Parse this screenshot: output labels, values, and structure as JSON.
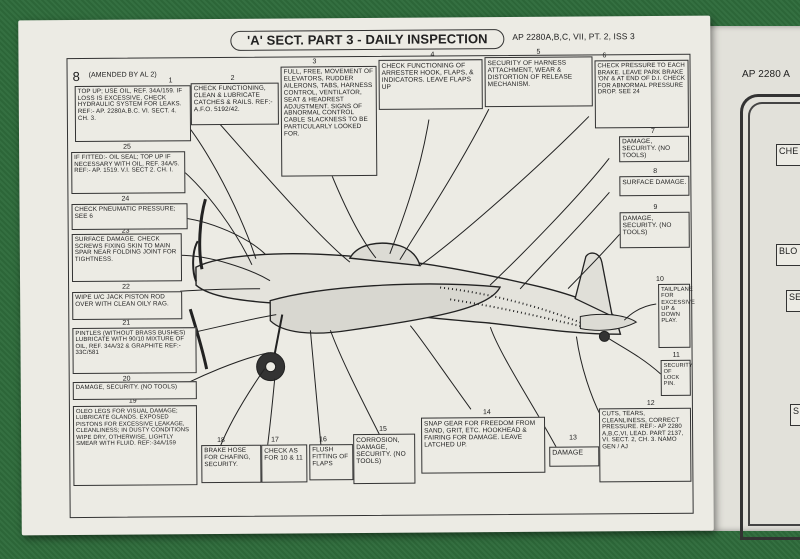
{
  "header": {
    "title": "'A' SECT. PART 3 - DAILY INSPECTION",
    "reference": "AP 2280A,B,C, VII, PT. 2, ISS 3",
    "page_number": "8",
    "amended": "(AMENDED BY AL 2)"
  },
  "items": [
    {
      "n": "1",
      "text": "TOP UP; USE OIL, REF. 34A/159. IF LOSS IS EXCESSIVE, CHECK HYDRAULIC SYSTEM FOR LEAKS. REF:- AP. 2280A.B.C. VI. SECT. 4. CH. 3."
    },
    {
      "n": "2",
      "text": "CHECK FUNCTIONING, CLEAN & LUBRICATE CATCHES & RAILS. REF:- A.F.O. 5192/42."
    },
    {
      "n": "3",
      "text": "FULL, FREE, MOVEMENT OF ELEVATORS, RUDDER AILERONS, TABS, HARNESS CONTROL, VENTILATOR, SEAT & HEADREST ADJUSTMENT. SIGNS OF ABNORMAL CONTROL CABLE SLACKNESS TO BE PARTICULARLY LOOKED FOR."
    },
    {
      "n": "4",
      "text": "CHECK FUNCTIONING OF ARRESTER HOOK, FLAPS, & INDICATORS. LEAVE FLAPS UP"
    },
    {
      "n": "5",
      "text": "SECURITY OF HARNESS ATTACHMENT, WEAR & DISTORTION OF RELEASE MECHANISM."
    },
    {
      "n": "6",
      "text": "CHECK PRESSURE TO EACH BRAKE. LEAVE PARK BRAKE 'ON' & AT END OF D.I. CHECK FOR ABNORMAL PRESSURE DROP. SEE 24"
    },
    {
      "n": "7",
      "text": "DAMAGE, SECURITY. (NO TOOLS)"
    },
    {
      "n": "8",
      "text": "SURFACE DAMAGE."
    },
    {
      "n": "9",
      "text": "DAMAGE, SECURITY. (NO TOOLS)"
    },
    {
      "n": "10",
      "text": "TAILPLANE FOR EXCESSIVE UP & DOWN PLAY."
    },
    {
      "n": "11",
      "text": "SECURITY OF LOCK PIN."
    },
    {
      "n": "12",
      "text": "CUTS, TEARS, CLEANLINESS, CORRECT PRESSURE. REF:- AP 2280 A,B,C,VI, LEAD. PART 2137, VI. SECT. 2, CH. 3. NAMO GEN / AJ"
    },
    {
      "n": "13",
      "text": "DAMAGE"
    },
    {
      "n": "14",
      "text": "SNAP GEAR FOR FREEDOM FROM SAND, GRIT, ETC. HOOKHEAD & FAIRING FOR DAMAGE. LEAVE LATCHED UP."
    },
    {
      "n": "15",
      "text": "CORROSION, DAMAGE, SECURITY. (NO TOOLS)"
    },
    {
      "n": "16",
      "text": "FLUSH FITTING OF FLAPS"
    },
    {
      "n": "17",
      "text": "CHECK AS FOR 10 & 11"
    },
    {
      "n": "18",
      "text": "BRAKE HOSE FOR CHAFING, SECURITY."
    },
    {
      "n": "19",
      "text": "OLEO LEGS FOR VISUAL DAMAGE; LUBRICATE GLANDS. EXPOSED PISTONS FOR EXCESSIVE LEAKAGE, CLEANLINESS; IN DUSTY CONDITIONS WIPE DRY, OTHERWISE, LIGHTLY SMEAR WITH FLUID. REF:-34A/159"
    },
    {
      "n": "20",
      "text": "DAMAGE, SECURITY. (NO TOOLS)"
    },
    {
      "n": "21",
      "text": "PINTLES (WITHOUT BRASS BUSHES) LUBRICATE WITH 90/10 MIXTURE OF OIL, REF. 34A/32 & GRAPHITE REF:- 33C/581"
    },
    {
      "n": "22",
      "text": "WIPE U/C JACK PISTON ROD OVER WITH CLEAN OILY RAG."
    },
    {
      "n": "23",
      "text": "SURFACE DAMAGE. CHECK SCREWS FIXING SKIN TO MAIN SPAR NEAR FOLDING JOINT FOR TIGHTNESS."
    },
    {
      "n": "24",
      "text": "CHECK PNEUMATIC PRESSURE; SEE 6"
    },
    {
      "n": "25",
      "text": "IF FITTED:- OIL SEAL; TOP UP IF NECESSARY WITH OIL, REF. 34A/5. REF:- AP. 1519. V.I. SECT 2. CH. I."
    }
  ],
  "right_page": {
    "header": "AP 2280 A",
    "labels": [
      "CHE",
      "BLO",
      "SE",
      "S"
    ]
  }
}
